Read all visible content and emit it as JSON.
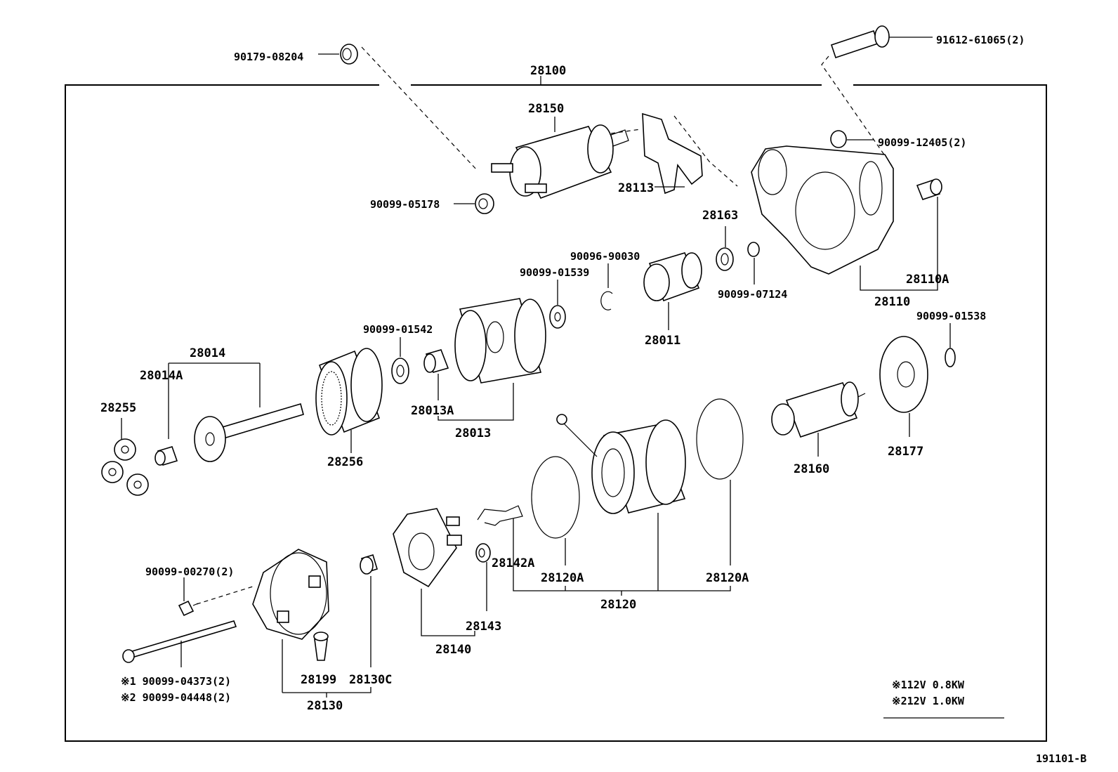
{
  "diagram_id": "191101-B",
  "assembly_label": "28100",
  "notes": [
    "※112V 0.8KW",
    "※212V 1.0KW"
  ],
  "parts": {
    "p90179_08204": "90179-08204",
    "p91612_61065": "91612-61065(2)",
    "p28150": "28150",
    "p90099_12405": "90099-12405(2)",
    "p28113": "28113",
    "p90099_05178": "90099-05178",
    "p28163": "28163",
    "p90096_90030": "90096-90030",
    "p90099_01539": "90099-01539",
    "p28110A": "28110A",
    "p90099_07124": "90099-07124",
    "p28110": "28110",
    "p90099_01538": "90099-01538",
    "p28011": "28011",
    "p90099_01542": "90099-01542",
    "p28014": "28014",
    "p28014A": "28014A",
    "p28255": "28255",
    "p28013A": "28013A",
    "p28013": "28013",
    "p28256": "28256",
    "p28160": "28160",
    "p28177": "28177",
    "p28142A": "28142A",
    "p28120A_left": "28120A",
    "p28120A_right": "28120A",
    "p28120": "28120",
    "p90099_00270": "90099-00270(2)",
    "p28143": "28143",
    "p28140": "28140",
    "p90099_04373": "※1 90099-04373(2)",
    "p90099_04448": "※2 90099-04448(2)",
    "p28199": "28199",
    "p28130C": "28130C",
    "p28130": "28130"
  }
}
